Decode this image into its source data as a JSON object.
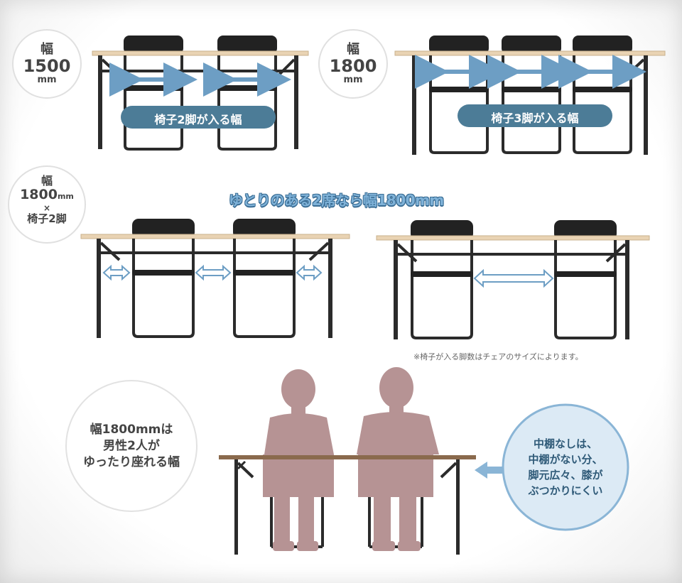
{
  "badges": {
    "w1500": {
      "label": "幅",
      "value": "1500",
      "unit": "mm"
    },
    "w1800": {
      "label": "幅",
      "value": "1800",
      "unit": "mm"
    },
    "combo": {
      "label": "幅",
      "value": "1800",
      "unit": "mm",
      "times": "×",
      "chairs": "椅子2脚"
    }
  },
  "pills": {
    "two_chairs": "椅子2脚が入る幅",
    "three_chairs": "椅子3脚が入る幅"
  },
  "headline": "ゆとりのある2席なら幅1800mm",
  "note": "※椅子が入る脚数はチェアのサイズによります。",
  "bottom_circle": {
    "line1": "幅1800mmは",
    "line2": "男性2人が",
    "line3": "ゆったり座れる幅"
  },
  "blue_circle": {
    "line1": "中棚なしは、",
    "line2": "中棚がない分、",
    "line3": "脚元広々、膝が",
    "line4": "ぶつかりにくい"
  },
  "colors": {
    "pill": "#4c7c97",
    "arrow": "#6d9ec4",
    "tabletop": "#e9d3b3",
    "frame": "#2b2b2b",
    "person": "#b69394",
    "blue_circle": "#dceaf5"
  }
}
